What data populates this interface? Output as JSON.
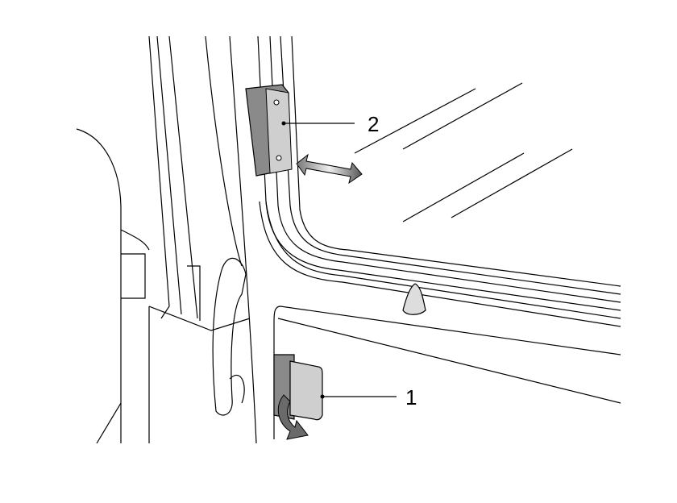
{
  "callouts": [
    {
      "number": "1",
      "part": "lower-latch"
    },
    {
      "number": "2",
      "part": "upper-hinge-catch"
    }
  ],
  "colors": {
    "line": "#000000",
    "part_fill": "#8a8a8a",
    "part_light": "#cfcfcf",
    "background": "#ffffff"
  }
}
